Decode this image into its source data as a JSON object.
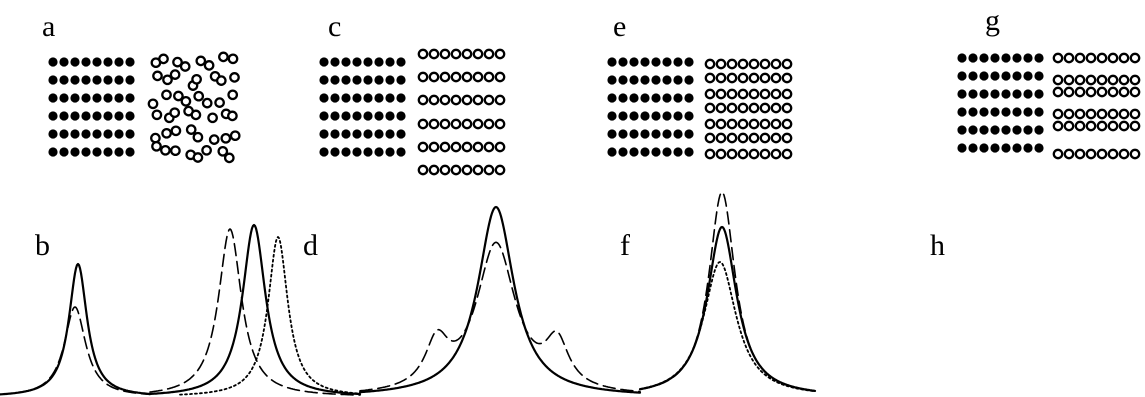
{
  "panel_labels": {
    "a": "a",
    "b": "b",
    "c": "c",
    "d": "d",
    "e": "e",
    "f": "f",
    "g": "g",
    "h": "h"
  },
  "colors": {
    "ink": "#000000",
    "background": "#ffffff"
  }
}
